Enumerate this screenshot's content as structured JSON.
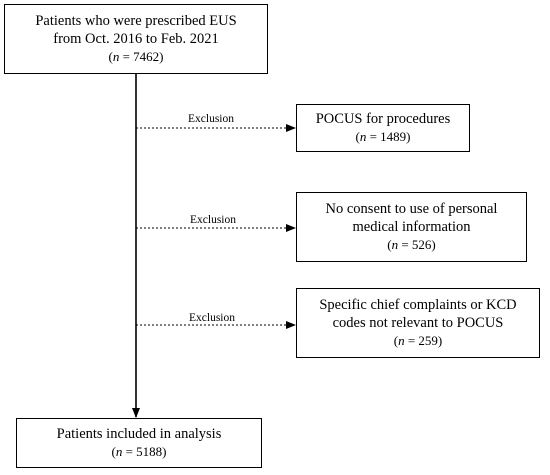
{
  "start_box": {
    "line1": "Patients who were prescribed EUS",
    "line2": "from Oct. 2016 to Feb. 2021",
    "n_prefix": "(",
    "n_symbol": "n",
    "n_value": " = 7462)"
  },
  "exclusions": [
    {
      "label": "Exclusion",
      "line1": "POCUS for procedures",
      "n_prefix": "(",
      "n_symbol": "n",
      "n_value": " = 1489)"
    },
    {
      "label": "Exclusion",
      "line1": "No consent to use of personal",
      "line2": "medical information",
      "n_prefix": "(",
      "n_symbol": "n",
      "n_value": " = 526)"
    },
    {
      "label": "Exclusion",
      "line1": "Specific chief complaints or KCD",
      "line2": "codes not relevant to POCUS",
      "n_prefix": "(",
      "n_symbol": "n",
      "n_value": " = 259)"
    }
  ],
  "final_box": {
    "line1": "Patients included in analysis",
    "n_prefix": "(",
    "n_symbol": "n",
    "n_value": " = 5188)"
  }
}
